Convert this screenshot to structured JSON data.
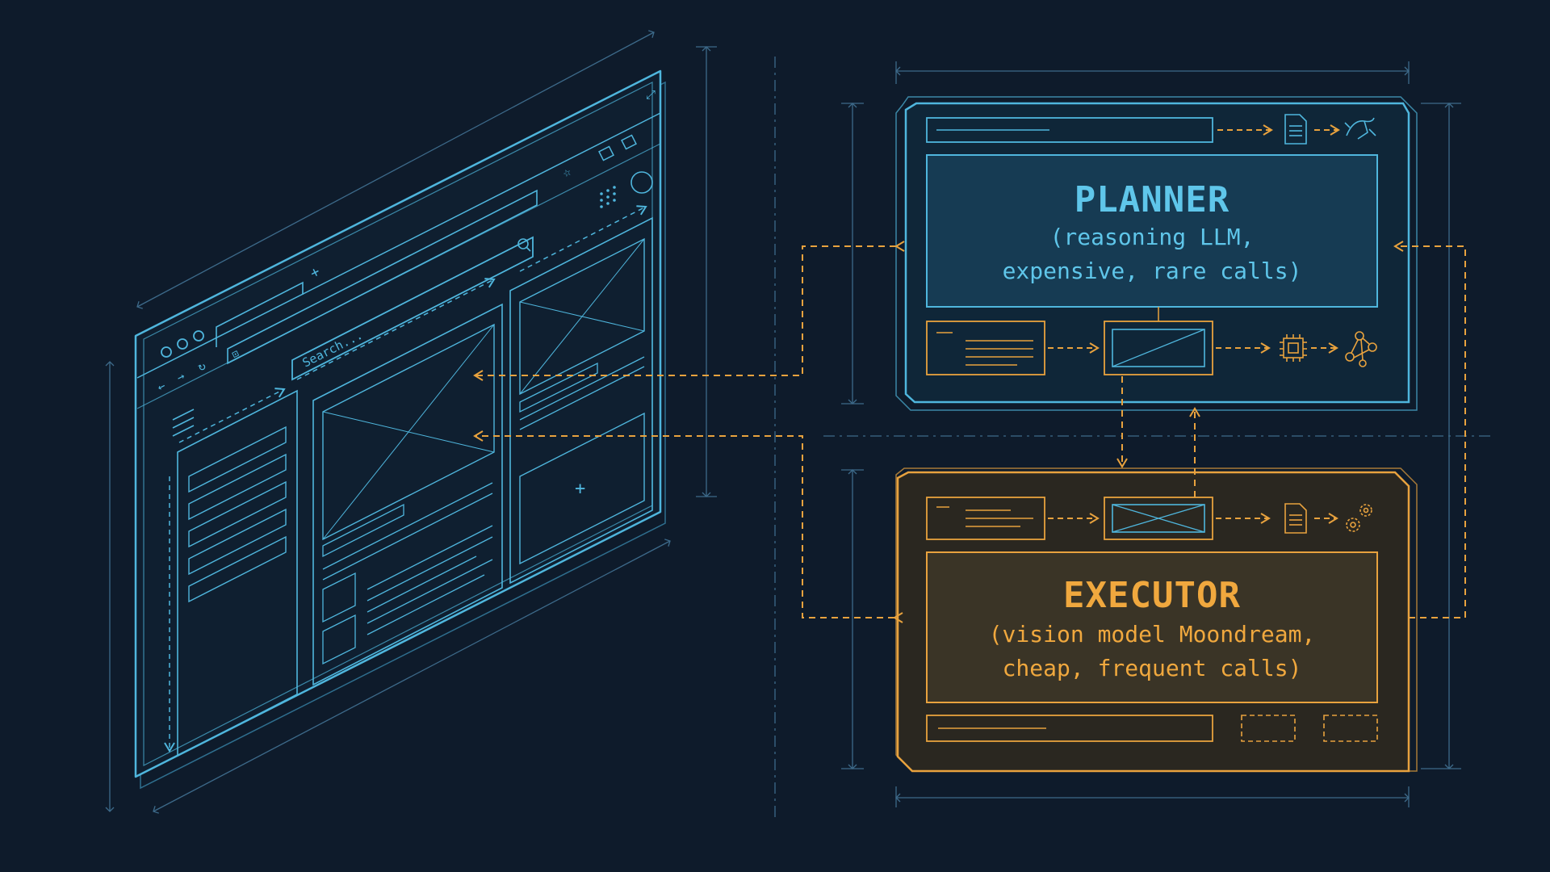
{
  "colors": {
    "background": "#0e1b2b",
    "planner_accent": "#4fb6dd",
    "executor_accent": "#e8a23e",
    "dimension_line": "#3d6a8a",
    "planner_fill": "#143248",
    "executor_fill": "#2e2a22"
  },
  "browser": {
    "search_placeholder": "Search...",
    "icons": [
      "back-arrow-icon",
      "forward-arrow-icon",
      "reload-icon",
      "lock-icon",
      "search-icon",
      "star-icon",
      "folder-icon",
      "expand-icon",
      "apps-grid-icon",
      "new-tab-plus-icon"
    ]
  },
  "planner": {
    "title": "PLANNER",
    "line1": "(reasoning LLM,",
    "line2": "expensive, rare calls)",
    "icons": [
      "document-icon",
      "dragon-icon",
      "cpu-chip-icon",
      "network-graph-icon"
    ]
  },
  "executor": {
    "title": "EXECUTOR",
    "line1": "(vision model Moondream,",
    "line2": "cheap, frequent calls)",
    "icons": [
      "document-icon",
      "gears-icon"
    ]
  }
}
